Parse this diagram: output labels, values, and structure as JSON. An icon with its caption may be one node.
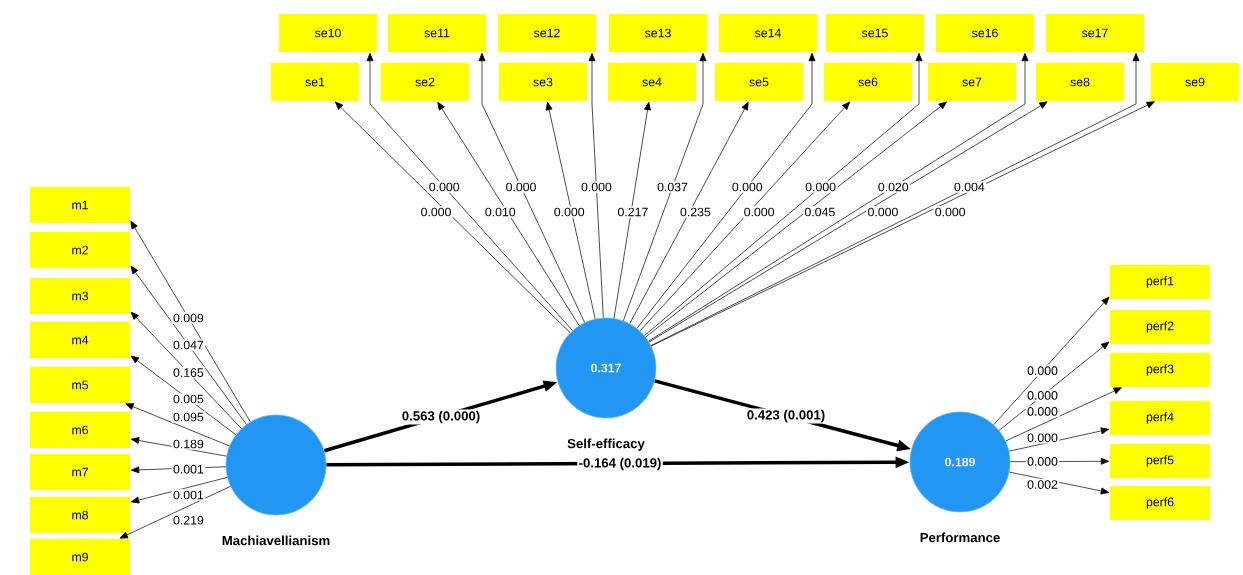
{
  "diagram": {
    "nodes": [
      {
        "text": [
          "Machiavellianism"
        ]
      },
      {
        "text": [
          "0.317",
          "Self-efficacy"
        ]
      },
      {
        "text": [
          "0.189",
          "Performance"
        ]
      },
      {
        "text": [
          "m1"
        ]
      },
      {
        "text": [
          "m2"
        ]
      },
      {
        "text": [
          "m3"
        ]
      },
      {
        "text": [
          "m4"
        ]
      },
      {
        "text": [
          "m5"
        ]
      },
      {
        "text": [
          "m6"
        ]
      },
      {
        "text": [
          "m7"
        ]
      },
      {
        "text": [
          "m8"
        ]
      },
      {
        "text": [
          "m9"
        ]
      },
      {
        "text": [
          "se1"
        ]
      },
      {
        "text": [
          "se2"
        ]
      },
      {
        "text": [
          "se3"
        ]
      },
      {
        "text": [
          "se4"
        ]
      },
      {
        "text": [
          "se5"
        ]
      },
      {
        "text": [
          "se6"
        ]
      },
      {
        "text": [
          "se7"
        ]
      },
      {
        "text": [
          "se8"
        ]
      },
      {
        "text": [
          "se9"
        ]
      },
      {
        "text": [
          "se10"
        ]
      },
      {
        "text": [
          "se11"
        ]
      },
      {
        "text": [
          "se12"
        ]
      },
      {
        "text": [
          "se13"
        ]
      },
      {
        "text": [
          "se14"
        ]
      },
      {
        "text": [
          "se15"
        ]
      },
      {
        "text": [
          "se16"
        ]
      },
      {
        "text": [
          "se17"
        ]
      },
      {
        "text": [
          "perf1"
        ]
      },
      {
        "text": [
          "perf2"
        ]
      },
      {
        "text": [
          "perf3"
        ]
      },
      {
        "text": [
          "perf4"
        ]
      },
      {
        "text": [
          "perf5"
        ]
      },
      {
        "text": [
          "perf6"
        ]
      }
    ],
    "edges": [
      {
        "from": 0,
        "to": 1,
        "arrow": "to",
        "label": "0.563 (0.000)",
        "style": "thick"
      },
      {
        "from": 1,
        "to": 2,
        "arrow": "to",
        "label": "0.423 (0.001)",
        "style": "thick"
      },
      {
        "from": 0,
        "to": 2,
        "arrow": "to",
        "label": "-0.164 (0.019)",
        "style": "thick"
      },
      {
        "from": 0,
        "to": 3,
        "arrow": "to",
        "label": "0.009"
      },
      {
        "from": 0,
        "to": 4,
        "arrow": "to",
        "label": "0.047"
      },
      {
        "from": 0,
        "to": 5,
        "arrow": "to",
        "label": "0.165"
      },
      {
        "from": 0,
        "to": 6,
        "arrow": "to",
        "label": "0.005"
      },
      {
        "from": 0,
        "to": 7,
        "arrow": "to",
        "label": "0.095"
      },
      {
        "from": 0,
        "to": 8,
        "arrow": "to",
        "label": "0.189"
      },
      {
        "from": 0,
        "to": 9,
        "arrow": "to",
        "label": "0.001"
      },
      {
        "from": 0,
        "to": 10,
        "arrow": "to",
        "label": "0.001"
      },
      {
        "from": 0,
        "to": 11,
        "arrow": "to",
        "label": "0.219"
      },
      {
        "from": 1,
        "to": 12,
        "arrow": "to",
        "label": "0.000"
      },
      {
        "from": 1,
        "to": 13,
        "arrow": "to",
        "label": "0.010"
      },
      {
        "from": 1,
        "to": 14,
        "arrow": "to",
        "label": "0.000"
      },
      {
        "from": 1,
        "to": 15,
        "arrow": "to",
        "label": "0.217"
      },
      {
        "from": 1,
        "to": 16,
        "arrow": "to",
        "label": "0.235"
      },
      {
        "from": 1,
        "to": 17,
        "arrow": "to",
        "label": "0.000"
      },
      {
        "from": 1,
        "to": 18,
        "arrow": "to",
        "label": "0.045"
      },
      {
        "from": 1,
        "to": 19,
        "arrow": "to",
        "label": "0.000"
      },
      {
        "from": 1,
        "to": 20,
        "arrow": "to",
        "label": "0.000"
      },
      {
        "from": 1,
        "to": 21,
        "arrow": "to",
        "label": "0.000"
      },
      {
        "from": 1,
        "to": 22,
        "arrow": "to",
        "label": "0.000"
      },
      {
        "from": 1,
        "to": 23,
        "arrow": "to",
        "label": "0.000"
      },
      {
        "from": 1,
        "to": 24,
        "arrow": "to",
        "label": "0.037"
      },
      {
        "from": 1,
        "to": 25,
        "arrow": "to",
        "label": "0.000"
      },
      {
        "from": 1,
        "to": 26,
        "arrow": "to",
        "label": "0.000"
      },
      {
        "from": 1,
        "to": 27,
        "arrow": "to",
        "label": "0.020"
      },
      {
        "from": 1,
        "to": 28,
        "arrow": "to",
        "label": "0.004"
      },
      {
        "from": 2,
        "to": 29,
        "arrow": "to",
        "label": "0.000"
      },
      {
        "from": 2,
        "to": 30,
        "arrow": "to",
        "label": "0.000"
      },
      {
        "from": 2,
        "to": 31,
        "arrow": "to",
        "label": "0.000"
      },
      {
        "from": 2,
        "to": 32,
        "arrow": "to",
        "label": "0.000"
      },
      {
        "from": 2,
        "to": 33,
        "arrow": "to",
        "label": "0.000"
      },
      {
        "from": 2,
        "to": 34,
        "arrow": "to",
        "label": "0.002"
      }
    ]
  }
}
